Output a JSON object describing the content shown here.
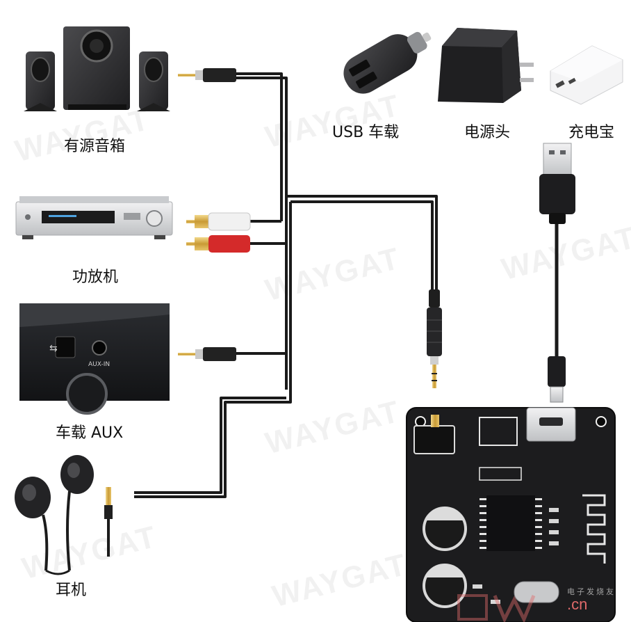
{
  "labels": {
    "speaker": "有源音箱",
    "usb_car": "USB 车载",
    "adapter": "电源头",
    "power_bank": "充电宝",
    "amplifier": "功放机",
    "car_aux": "车载 AUX",
    "earphones": "耳机",
    "panel_aux": "AUX-IN"
  },
  "watermark": {
    "brand": "WAYGAT",
    "site_name": "电子发烧友",
    "site_domain": ".cn"
  },
  "colors": {
    "cable": "#1a1a1a",
    "board": "#1c1c1e",
    "rca_red": "#d42a2a",
    "rca_white": "#f1f1f1",
    "gold": "#d4aa4a",
    "device_dark": "#2e2e30",
    "device_silver": "#d9dadc"
  }
}
